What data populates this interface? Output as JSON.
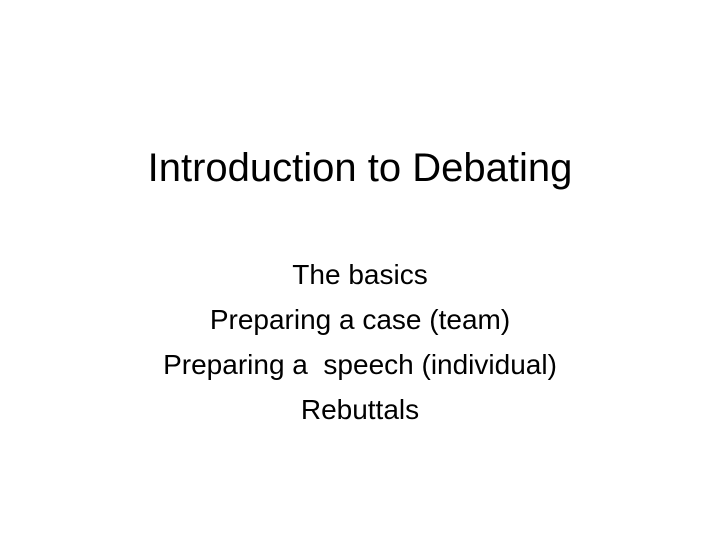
{
  "slide": {
    "title": "Introduction to Debating",
    "subtitle_lines": [
      "The basics",
      "Preparing a case (team)",
      "Preparing a  speech (individual)",
      "Rebuttals"
    ]
  }
}
